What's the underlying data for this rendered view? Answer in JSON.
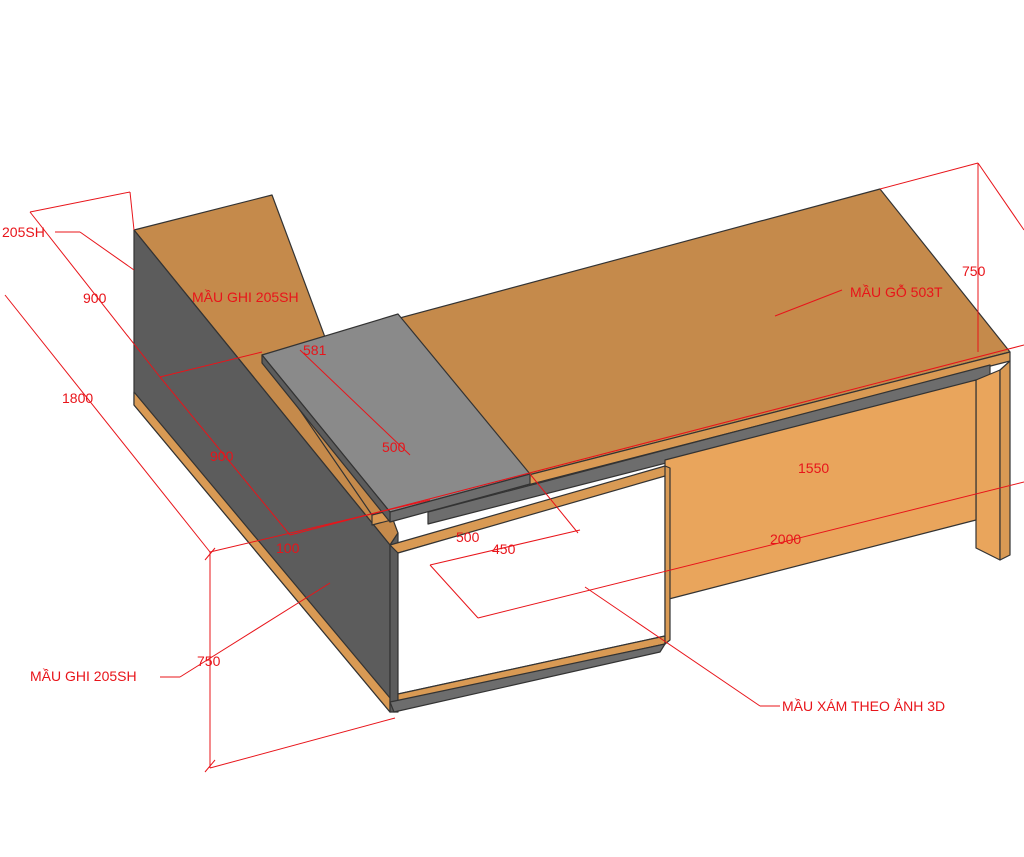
{
  "colors": {
    "wood_top": "#c58a4b",
    "wood_face": "#e9a55c",
    "wood_side": "#d99a54",
    "gray_dark": "#5c5c5c",
    "gray_mid": "#6d6d6d",
    "gray_light": "#8a8a8a",
    "white_panel": "#ffffff",
    "annotation": "#e8141a"
  },
  "materials": {
    "wood": "MẦU GỖ 503T",
    "gray_top": "MẦU GHI 205SH",
    "gray_side": "MẦU GHI 205SH",
    "gray_cut": "205SH",
    "panel": "MẦU XÁM THEO ẢNH 3D"
  },
  "dimensions": {
    "return_width": "900",
    "return_length": "1800",
    "return_inner": "900",
    "tray_depth": "581",
    "tray_width": "500",
    "offset_100": "100",
    "offset_500": "500",
    "offset_450": "450",
    "main_length": "1550",
    "total_length": "2000",
    "height_left": "750",
    "height_right": "750"
  }
}
